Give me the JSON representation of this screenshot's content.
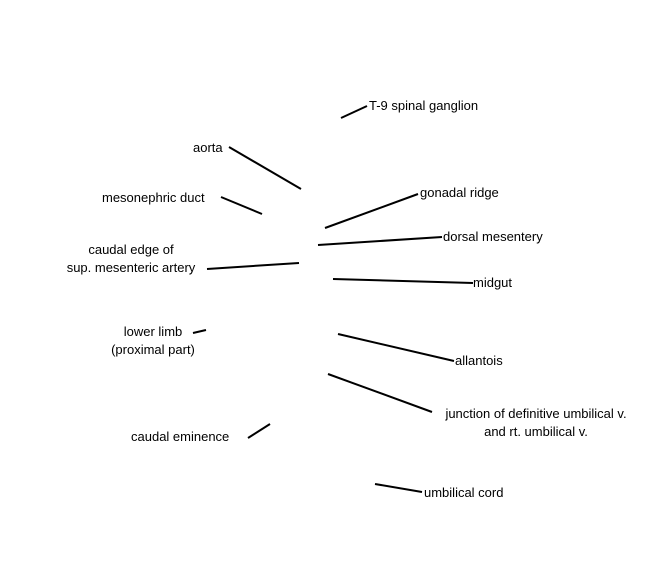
{
  "labels": {
    "t9_spinal_ganglion": "T-9 spinal ganglion",
    "aorta": "aorta",
    "gonadal_ridge": "gonadal ridge",
    "mesonephric_duct": "mesonephric duct",
    "dorsal_mesentery": "dorsal mesentery",
    "caudal_edge_line1": "caudal edge of",
    "caudal_edge_line2": "sup. mesenteric artery",
    "midgut": "midgut",
    "lower_limb_line1": "lower limb",
    "lower_limb_line2": "(proximal part)",
    "allantois": "allantois",
    "junction_line1": "junction of definitive umbilical v.",
    "junction_line2": "and rt. umbilical v.",
    "caudal_eminence": "caudal eminence",
    "umbilical_cord": "umbilical cord"
  },
  "colors": {
    "background": "#ffffff",
    "text": "#000000",
    "leader_lines": "#000000"
  }
}
